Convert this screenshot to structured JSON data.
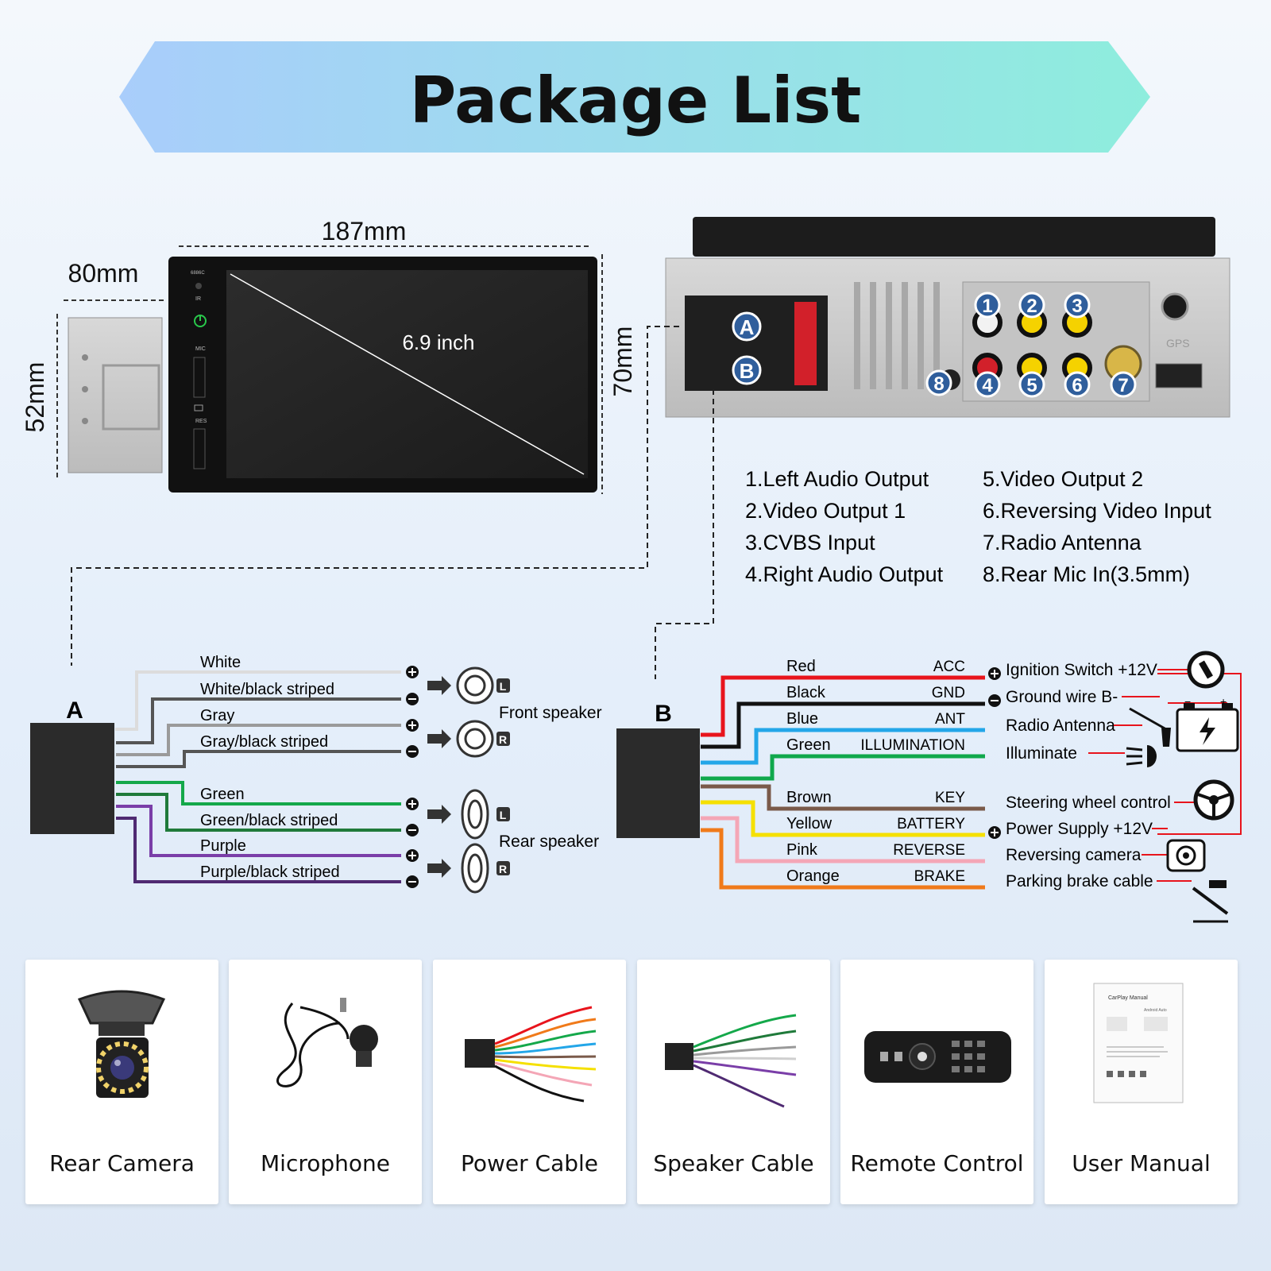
{
  "title": "Package List",
  "dimensions": {
    "width": "187mm",
    "depth": "80mm",
    "side_height": "52mm",
    "front_height": "70mm",
    "screen": "6.9 inch"
  },
  "unit_labels": {
    "ir": "IR",
    "mic": "MIC",
    "res": "RES",
    "model": "6886C",
    "gps": "GPS"
  },
  "connector_badges": {
    "a": "A",
    "b": "B"
  },
  "port_numbers": [
    "1",
    "2",
    "3",
    "4",
    "5",
    "6",
    "7",
    "8"
  ],
  "port_legend_left": [
    "1.Left Audio Output",
    "2.Video Output 1",
    "3.CVBS Input",
    "4.Right Audio Output"
  ],
  "port_legend_right": [
    "5.Video Output 2",
    "6.Reversing Video Input",
    "7.Radio Antenna",
    "8.Rear Mic In(3.5mm)"
  ],
  "harness_a": {
    "label": "A",
    "wires": [
      {
        "name": "White",
        "color": "#dcdcdc",
        "sign": "+"
      },
      {
        "name": "White/black striped",
        "color": "#555555",
        "sign": "-"
      },
      {
        "name": "Gray",
        "color": "#9a9a9a",
        "sign": "+"
      },
      {
        "name": "Gray/black striped",
        "color": "#555555",
        "sign": "-"
      },
      {
        "name": "Green",
        "color": "#14a84a",
        "sign": "+"
      },
      {
        "name": "Green/black striped",
        "color": "#1f7a3a",
        "sign": "-"
      },
      {
        "name": "Purple",
        "color": "#7a3ea8",
        "sign": "+"
      },
      {
        "name": "Purple/black striped",
        "color": "#4f2a72",
        "sign": "-"
      }
    ],
    "speaker_groups": [
      "Front speaker",
      "Rear speaker"
    ],
    "channel_marks": [
      "L",
      "R",
      "L",
      "R"
    ]
  },
  "harness_b": {
    "label": "B",
    "wires": [
      {
        "name": "Red",
        "function": "ACC",
        "color": "#e8141c"
      },
      {
        "name": "Black",
        "function": "GND",
        "color": "#111111"
      },
      {
        "name": "Blue",
        "function": "ANT",
        "color": "#23a6e8"
      },
      {
        "name": "Green",
        "function": "ILLUMINATION",
        "color": "#0fa84c"
      },
      {
        "name": "Brown",
        "function": "KEY",
        "color": "#7a5a4a"
      },
      {
        "name": "Yellow",
        "function": "BATTERY",
        "color": "#f5e000"
      },
      {
        "name": "Pink",
        "function": "REVERSE",
        "color": "#f4a6b6"
      },
      {
        "name": "Orange",
        "function": "BRAKE",
        "color": "#f07a1a"
      }
    ],
    "destinations": [
      "Ignition Switch +12V",
      "Ground wire B-",
      "Radio Antenna",
      "Illuminate",
      "Steering wheel control",
      "Power Supply +12V",
      "Reversing camera",
      "Parking brake cable"
    ]
  },
  "package_items": [
    {
      "label": "Rear Camera",
      "icon": "rear-camera-icon"
    },
    {
      "label": "Microphone",
      "icon": "microphone-icon"
    },
    {
      "label": "Power Cable",
      "icon": "power-cable-icon"
    },
    {
      "label": "Speaker Cable",
      "icon": "speaker-cable-icon"
    },
    {
      "label": "Remote Control",
      "icon": "remote-control-icon"
    },
    {
      "label": "User Manual",
      "icon": "user-manual-icon"
    }
  ],
  "manual_text": {
    "title": "CarPlay Manual",
    "subtitle": "Android Auto"
  },
  "colors": {
    "banner_start": "#a9cdfb",
    "banner_end": "#8eeddd",
    "accent_red": "#e8141c",
    "badge_blue": "#2f5e9c"
  }
}
